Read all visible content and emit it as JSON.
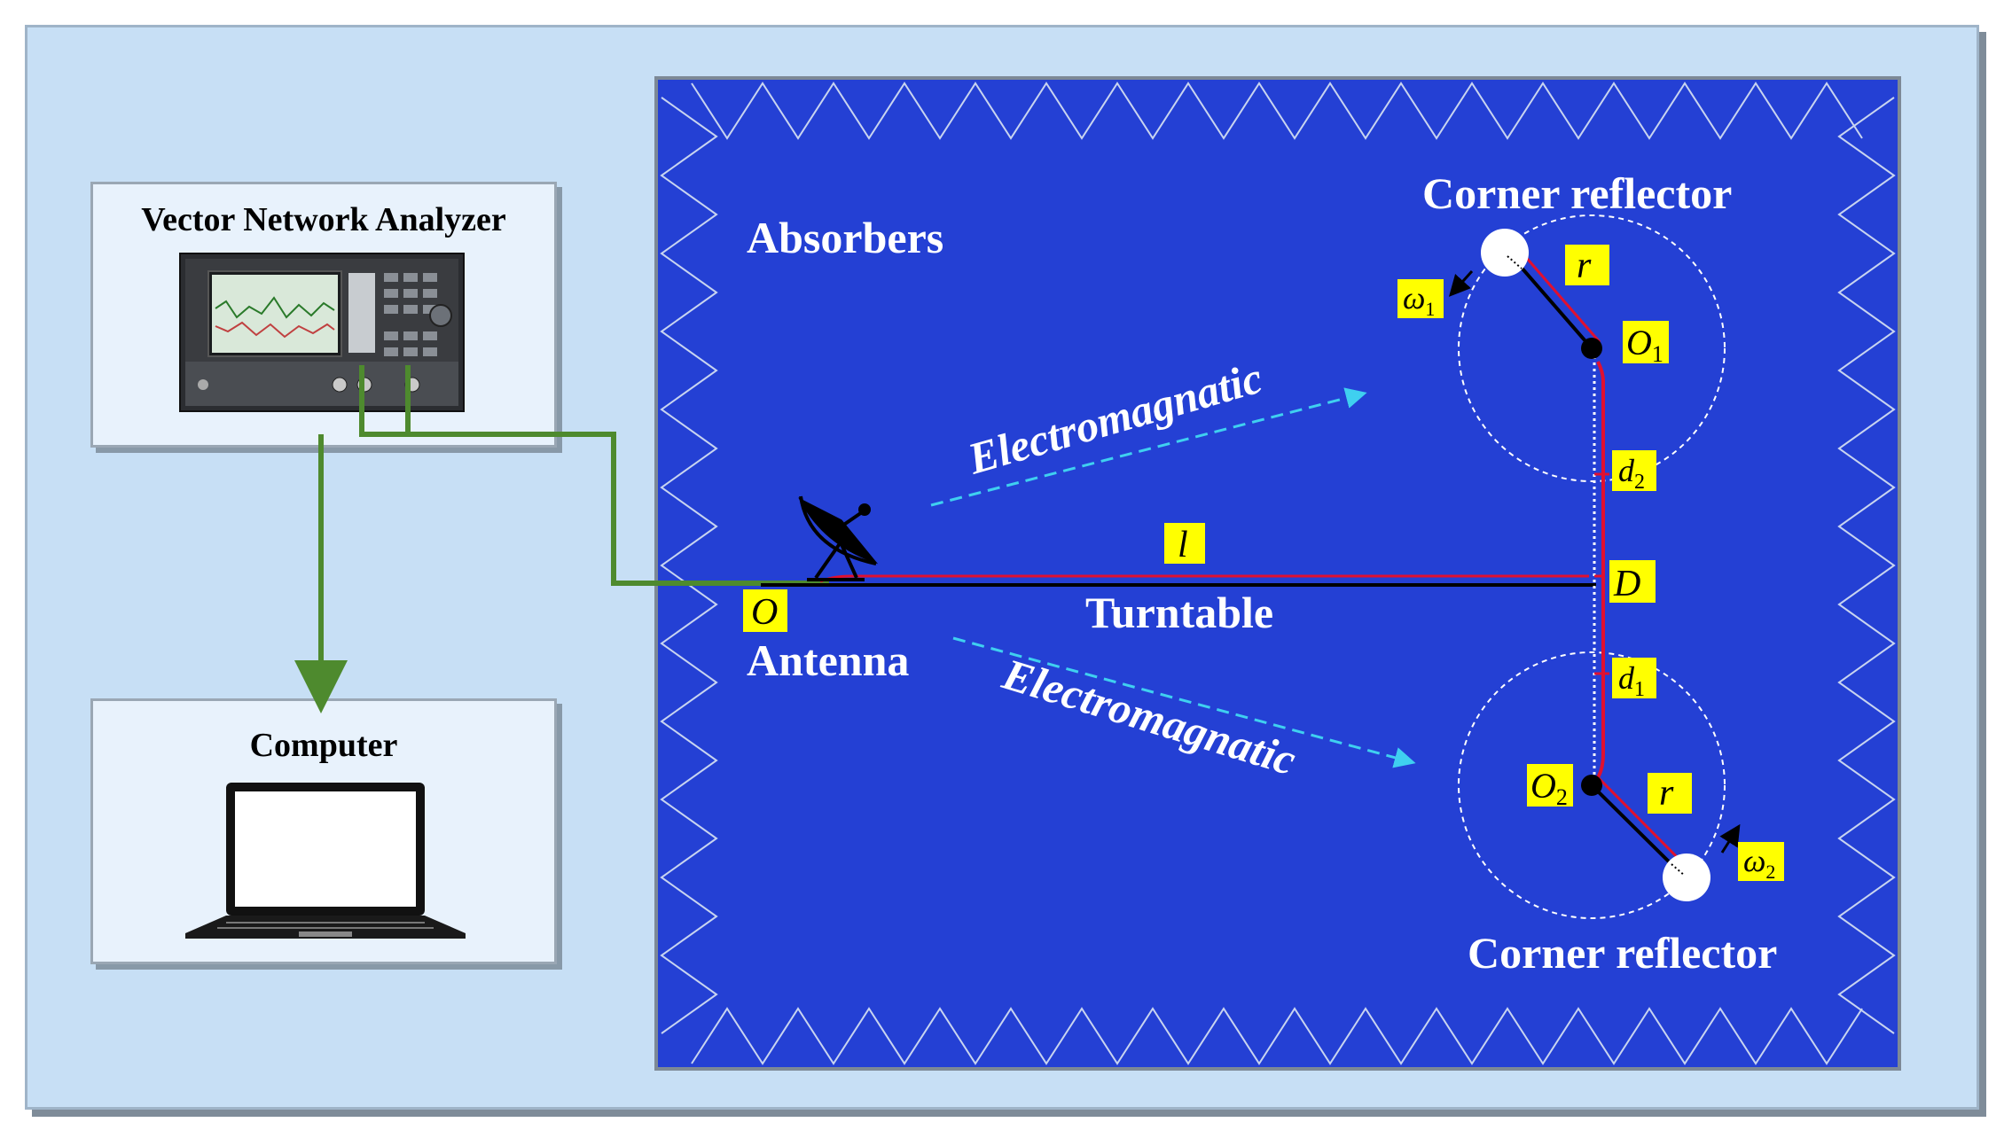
{
  "analyzer": {
    "title": "Vector Network Analyzer"
  },
  "computer": {
    "title": "Computer"
  },
  "chamber": {
    "absorbers_label": "Absorbers",
    "antenna_label": "Antenna",
    "turntable_label": "Turntable",
    "wave_upper": "Electromagnatic",
    "wave_lower": "Electromagnatic",
    "reflector_top": "Corner reflector",
    "reflector_bottom": "Corner reflector"
  },
  "symbols": {
    "origin": "O",
    "length": "l",
    "junction": "D",
    "center_top": "O",
    "center_top_sub": "1",
    "center_bottom": "O",
    "center_bottom_sub": "2",
    "radius_top": "r",
    "radius_bottom": "r",
    "dist_top": "d",
    "dist_top_sub": "2",
    "dist_bottom": "d",
    "dist_bottom_sub": "1",
    "omega_top": "ω",
    "omega_top_sub": "1",
    "omega_bottom": "ω",
    "omega_bottom_sub": "2"
  },
  "colors": {
    "chamber": "#2440d4",
    "cable": "#4e8a2e",
    "path": "#e01030",
    "label_bg": "#ffff00",
    "wave": "#3fd0f0"
  }
}
